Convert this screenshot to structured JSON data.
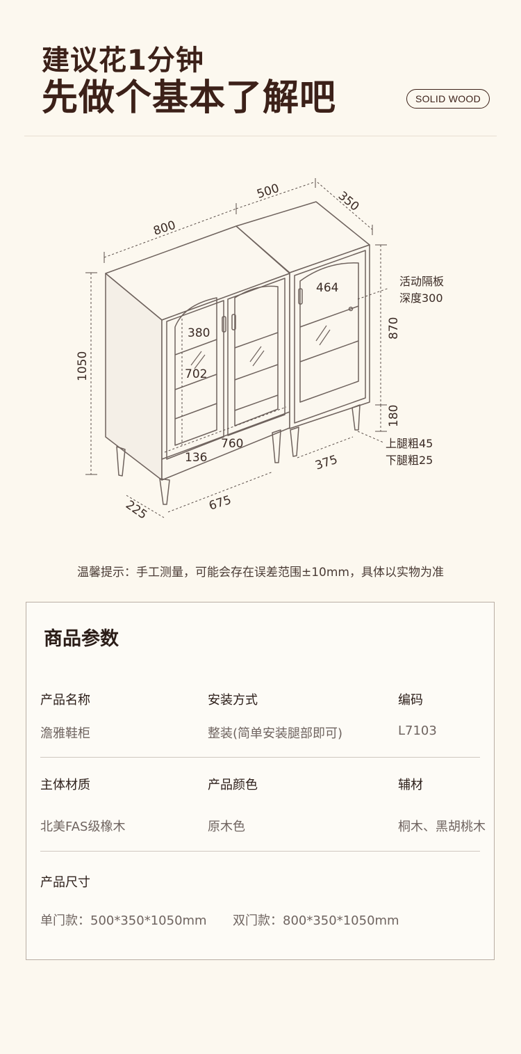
{
  "header": {
    "title_line1": "建议花1分钟",
    "title_line2": "先做个基本了解吧",
    "badge": "SOLID WOOD"
  },
  "diagram": {
    "dims": {
      "single_width": "500",
      "depth": "350",
      "double_width": "800",
      "height_total": "1050",
      "shelf_gap_upper": "464",
      "cabinet_height": "870",
      "leg_height": "180",
      "door_gap": "380",
      "door_height": "702",
      "inner_width": "760",
      "bottom_gap": "136",
      "base_depth": "375",
      "leg_offset": "225",
      "base_width": "675"
    },
    "notes": {
      "shelf_line1": "活动隔板",
      "shelf_line2": "深度300",
      "leg_line1": "上腿粗45",
      "leg_line2": "下腿粗25"
    }
  },
  "tip": "温馨提示：手工测量，可能会存在误差范围±10mm，具体以实物为准",
  "params": {
    "title": "商品参数",
    "rows": [
      [
        {
          "label": "产品名称",
          "value": "澹雅鞋柜"
        },
        {
          "label": "安装方式",
          "value": "整装(简单安装腿部即可)"
        },
        {
          "label": "编码",
          "value": "L7103"
        }
      ],
      [
        {
          "label": "主体材质",
          "value": "北美FAS级橡木"
        },
        {
          "label": "产品颜色",
          "value": "原木色"
        },
        {
          "label": "辅材",
          "value": "桐木、黑胡桃木"
        }
      ]
    ],
    "size": {
      "label": "产品尺寸",
      "single": "单门款：500*350*1050mm",
      "double": "双门款：800*350*1050mm"
    }
  }
}
